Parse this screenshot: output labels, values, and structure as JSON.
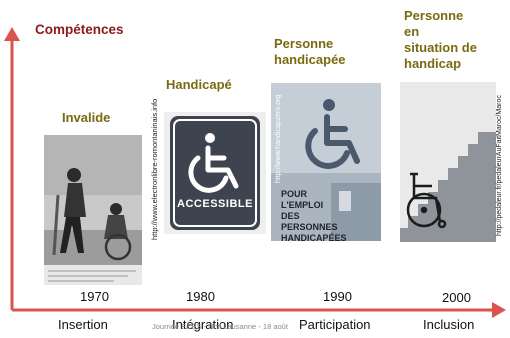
{
  "axis": {
    "y_label": "Compétences",
    "color": "#d9534f"
  },
  "stages": [
    {
      "label": "Invalide",
      "year": "1970",
      "phase": "Insertion",
      "credit": ""
    },
    {
      "label": "Handicapé",
      "year": "1980",
      "phase": "Intégration",
      "credit": "http://www.electronlibre-romontaninais.info",
      "sign_text": "ACCESSIBLE"
    },
    {
      "label": "Personne handicapée",
      "year": "1990",
      "phase": "Participation",
      "credit": "http://www.handicapzero.org",
      "poster_text": "POUR L'EMPLOI DES PERSONNES HANDICAPÉES"
    },
    {
      "label_lines": [
        "Personne",
        "en",
        "situation de",
        "handicap"
      ],
      "year": "2000",
      "phase": "Inclusion",
      "credit": "http://pedaleur.fr/pedaleurAuFaitMaroc/Maroc"
    }
  ],
  "footer": "Journée ECES - Unil Lausanne - 18 août",
  "colors": {
    "label_gold": "#7a6a12",
    "title_red": "#8b1a1a",
    "sign_blue": "#3d4450"
  }
}
